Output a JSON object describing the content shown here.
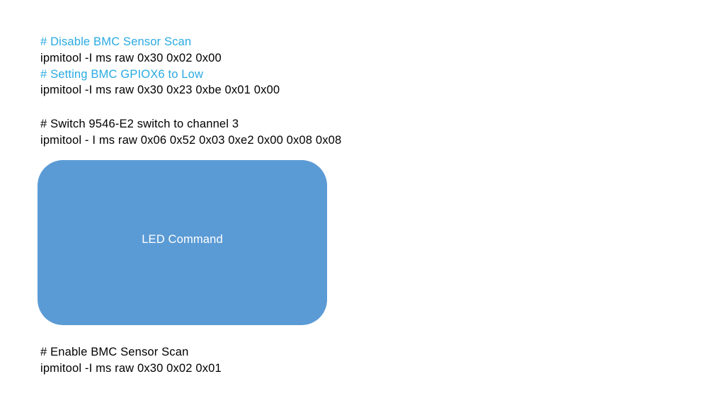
{
  "slide": {
    "background_color": "#ffffff",
    "comment_color": "#29AAE1",
    "code_color": "#000000",
    "shape_fill_color": "#5B9BD5",
    "shape_label_color": "#ffffff"
  },
  "blocks": {
    "top": {
      "lines": [
        {
          "text": "# Disable BMC Sensor Scan",
          "kind": "comment"
        },
        {
          "text": "ipmitool -I ms raw 0x30 0x02 0x00",
          "kind": "code"
        },
        {
          "text": "# Setting BMC GPIOX6 to Low",
          "kind": "comment"
        },
        {
          "text": "ipmitool -I ms raw 0x30 0x23 0xbe 0x01 0x00",
          "kind": "code"
        }
      ]
    },
    "switch": {
      "lines": [
        {
          "text": "# Switch 9546-E2 switch to channel 3",
          "kind": "code"
        },
        {
          "text": "ipmitool - I ms raw 0x06 0x52 0x03 0xe2 0x00 0x08 0x08",
          "kind": "code"
        }
      ]
    },
    "bottom": {
      "lines": [
        {
          "text": "# Enable BMC Sensor Scan",
          "kind": "code"
        },
        {
          "text": "ipmitool -I ms raw 0x30 0x02 0x01",
          "kind": "code"
        }
      ]
    }
  },
  "shape": {
    "label": "LED Command"
  }
}
